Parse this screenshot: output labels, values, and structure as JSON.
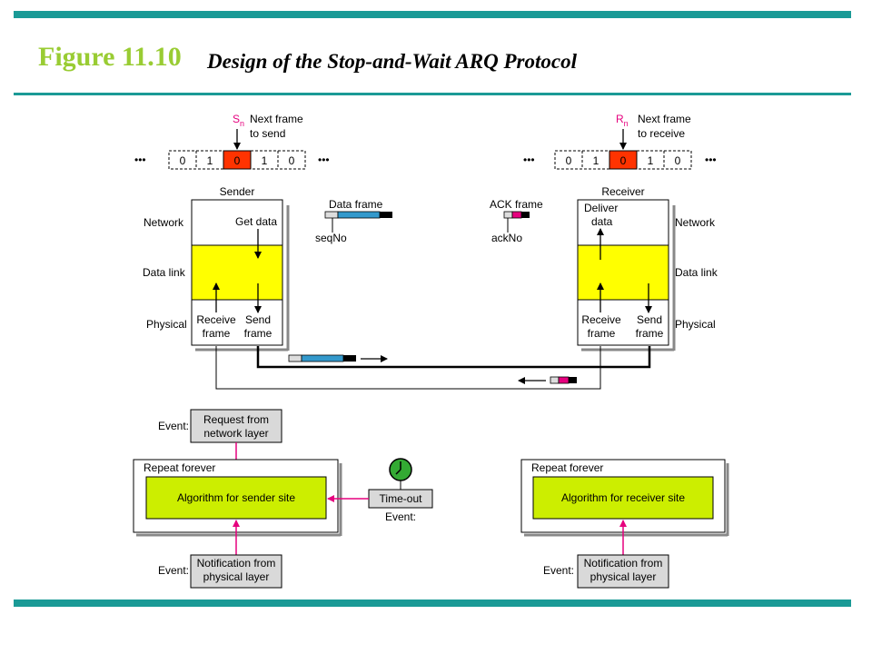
{
  "title": {
    "number": "Figure 11.10",
    "text": "Design of the Stop-and-Wait ARQ Protocol"
  },
  "colors": {
    "accent_rule": "#1a9a96",
    "title_green": "#99cc33",
    "highlight": "#ff3300",
    "datalink": "#ffff00",
    "algo": "#ccee00",
    "magenta": "#e6007e",
    "frame_blue": "#3399cc",
    "event_box": "#d9d9d9"
  },
  "sender_window": {
    "label_top": "S",
    "label_sub": "n",
    "caption_1": "Next frame",
    "caption_2": "to send",
    "cells": [
      "0",
      "1",
      "0",
      "1",
      "0"
    ],
    "ellipsis": "•••"
  },
  "receiver_window": {
    "label_top": "R",
    "label_sub": "n",
    "caption_1": "Next frame",
    "caption_2": "to receive",
    "cells": [
      "0",
      "1",
      "0",
      "1",
      "0"
    ],
    "ellipsis": "•••"
  },
  "sender": {
    "title": "Sender",
    "network": "Network",
    "datalink": "Data link",
    "physical": "Physical",
    "get_data": "Get data",
    "receive_1": "Receive",
    "receive_2": "frame",
    "send_1": "Send",
    "send_2": "frame"
  },
  "receiver": {
    "title": "Receiver",
    "network": "Network",
    "datalink": "Data link",
    "physical": "Physical",
    "deliver_1": "Deliver",
    "deliver_2": "data",
    "receive_1": "Receive",
    "receive_2": "frame",
    "send_1": "Send",
    "send_2": "frame"
  },
  "data_frame": {
    "label": "Data frame",
    "field": "seqNo"
  },
  "ack_frame": {
    "label": "ACK frame",
    "field": "ackNo"
  },
  "sender_algo": {
    "repeat": "Repeat forever",
    "algo": "Algorithm for sender site",
    "event_top_label": "Event:",
    "event_top_1": "Request from",
    "event_top_2": "network layer",
    "event_bottom_label": "Event:",
    "event_bottom_1": "Notification from",
    "event_bottom_2": "physical layer",
    "timeout": "Time-out",
    "timeout_event": "Event:"
  },
  "receiver_algo": {
    "repeat": "Repeat forever",
    "algo": "Algorithm for receiver site",
    "event_bottom_label": "Event:",
    "event_bottom_1": "Notification from",
    "event_bottom_2": "physical layer"
  }
}
